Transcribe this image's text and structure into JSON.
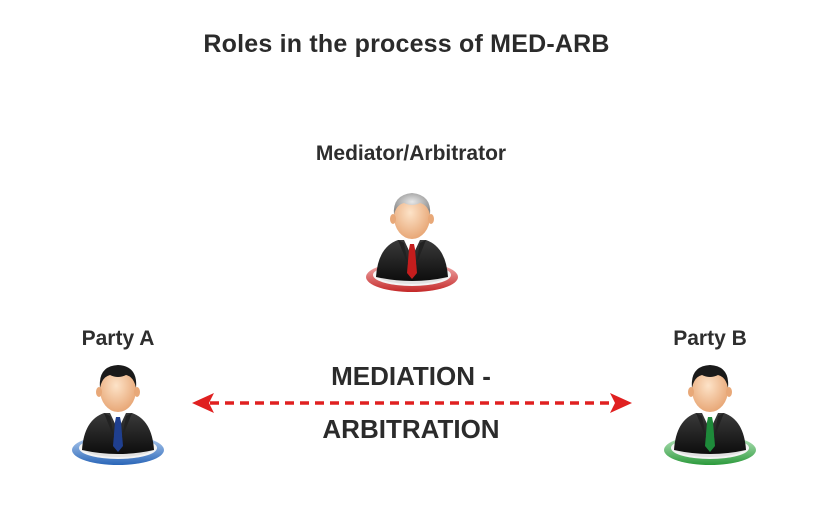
{
  "diagram": {
    "title": "Roles in the process of MED-ARB",
    "roles": {
      "mediator": {
        "label": "Mediator/Arbitrator",
        "icon": "businessman-icon",
        "ring_color": "#d63a3a",
        "tie_color": "#c41d1d"
      },
      "party_a": {
        "label": "Party A",
        "icon": "businessman-icon",
        "ring_color": "#3a78c9",
        "tie_color": "#1f3f8f"
      },
      "party_b": {
        "label": "Party B",
        "icon": "businessman-icon",
        "ring_color": "#3aab4a",
        "tie_color": "#1e8a3a"
      }
    },
    "relation": {
      "line1": "MEDIATION -",
      "line2": "ARBITRATION",
      "arrow_style": "dashed-double-headed",
      "arrow_color": "#e02020"
    }
  }
}
